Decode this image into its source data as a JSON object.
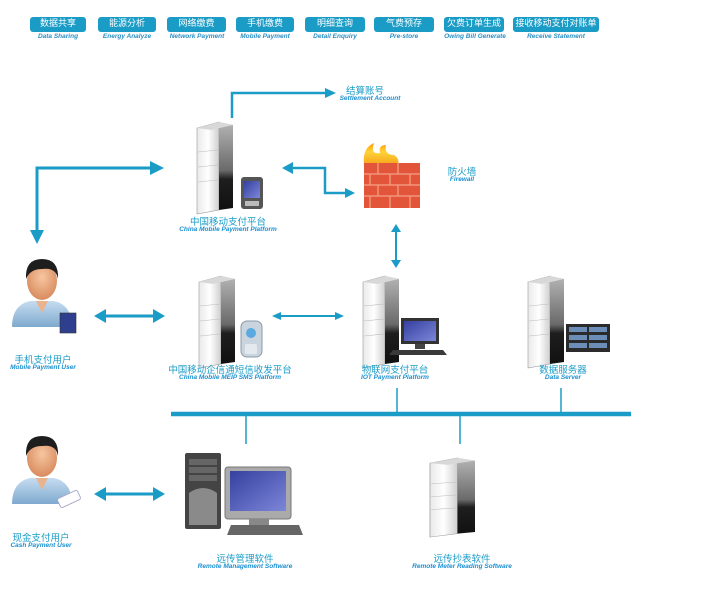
{
  "nav": [
    {
      "cn": "数据共享",
      "en": "Data Sharing"
    },
    {
      "cn": "能源分析",
      "en": "Energy Analyze"
    },
    {
      "cn": "网络缴费",
      "en": "Network Payment"
    },
    {
      "cn": "手机缴费",
      "en": "Mobile Payment"
    },
    {
      "cn": "明细查询",
      "en": "Detail Enquiry"
    },
    {
      "cn": "气费预存",
      "en": "Pre-store"
    },
    {
      "cn": "欠费订单生成",
      "en": "Owing Bill Generate"
    },
    {
      "cn": "接收移动支付对账单",
      "en": "Receive  Statement"
    }
  ],
  "nodes": {
    "settlement": {
      "cn": "结算账号",
      "en": "Settlement Account"
    },
    "mobile_platform": {
      "cn": "中国移动支付平台",
      "en": "China Mobile Payment  Platform"
    },
    "firewall": {
      "cn": "防火墙",
      "en": "Firewall"
    },
    "mobile_user": {
      "cn": "手机支付用户",
      "en": "Mobile Payment User"
    },
    "sms_platform": {
      "cn": "中国移动企信通短信收发平台",
      "en": "China Mobile MEIP SMS Platform"
    },
    "iot_platform": {
      "cn": "物联网支付平台",
      "en": "IOT Payment Platform"
    },
    "data_server": {
      "cn": "数据服务器",
      "en": "Data Server"
    },
    "cash_user": {
      "cn": "现金支付用户",
      "en": "Cash Payment User"
    },
    "remote_mgmt": {
      "cn": "远传管理软件",
      "en": "Remote Management Software"
    },
    "meter_reading": {
      "cn": "远传抄表软件",
      "en": "Remote Meter Reading Software"
    }
  },
  "colors": {
    "accent": "#1a9cc7",
    "line": "#1a9cc7",
    "firewall": "#e2553a"
  }
}
